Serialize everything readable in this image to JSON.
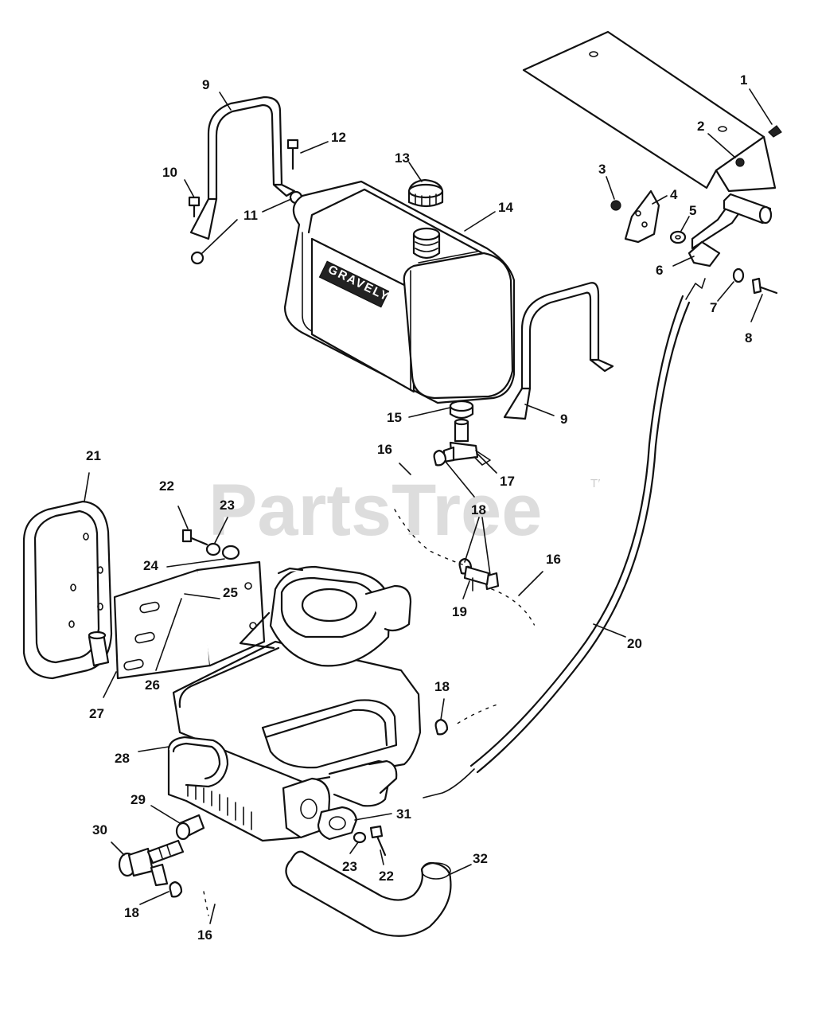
{
  "watermark": {
    "text": "PartsTree",
    "trademark": "TM"
  },
  "tank_brand": "GRAVELY",
  "callouts": {
    "c1": "1",
    "c2": "2",
    "c3": "3",
    "c4": "4",
    "c5": "5",
    "c6": "6",
    "c7": "7",
    "c8": "8",
    "c9a": "9",
    "c9b": "9",
    "c10": "10",
    "c11": "11",
    "c12": "12",
    "c13": "13",
    "c14": "14",
    "c15": "15",
    "c16a": "16",
    "c16b": "16",
    "c16c": "16",
    "c17": "17",
    "c18a": "18",
    "c18b": "18",
    "c18c": "18",
    "c19": "19",
    "c20": "20",
    "c21": "21",
    "c22a": "22",
    "c22b": "22",
    "c23a": "23",
    "c23b": "23",
    "c24": "24",
    "c25": "25",
    "c26": "26",
    "c27": "27",
    "c28": "28",
    "c29": "29",
    "c30": "30",
    "c31": "31",
    "c32": "32"
  }
}
